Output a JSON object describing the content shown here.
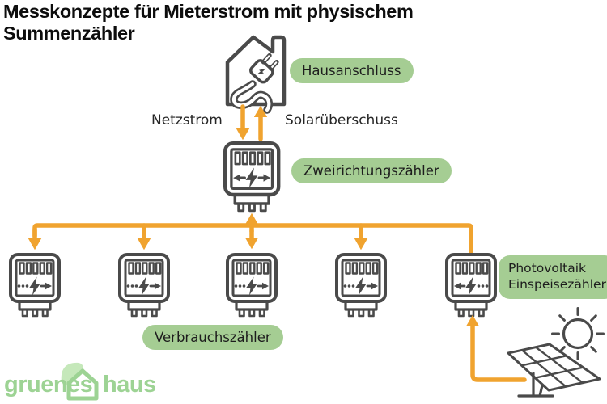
{
  "title": {
    "line1": "Messkonzepte für Mieterstrom mit physischem",
    "line2": "Summenzähler"
  },
  "flow_labels": {
    "grid_power": "Netzstrom",
    "solar_surplus": "Solarüberschuss"
  },
  "badges": {
    "house_connection": "Hausanschluss",
    "bidirectional_meter": "Zweirichtungszähler",
    "pv_feed_in_line1": "Photovoltaik",
    "pv_feed_in_line2": "Einspeisezähler",
    "consumption_meters": "Verbrauchszähler"
  },
  "logo": {
    "word1": "gruenes",
    "word2": "haus"
  },
  "icons": {
    "house": "house-with-plug-icon",
    "bidirectional_meter": "electric-meter-bidirectional-icon",
    "consumption_meter": "electric-meter-consumption-icon",
    "pv_meter": "electric-meter-pv-feed-in-icon",
    "solar_panel": "solar-panel-icon",
    "sun": "sun-icon",
    "logo_house": "logo-house-icon",
    "logo_leaf": "logo-leaf-icon"
  },
  "colors": {
    "accent_orange": "#F0A32F",
    "badge_green": "#A5CD93",
    "icon_gray": "#4A4A4A",
    "text_dark": "#1D1D1D",
    "logo_green": "#9DD394",
    "leaf_green": "#C5E8BA"
  }
}
